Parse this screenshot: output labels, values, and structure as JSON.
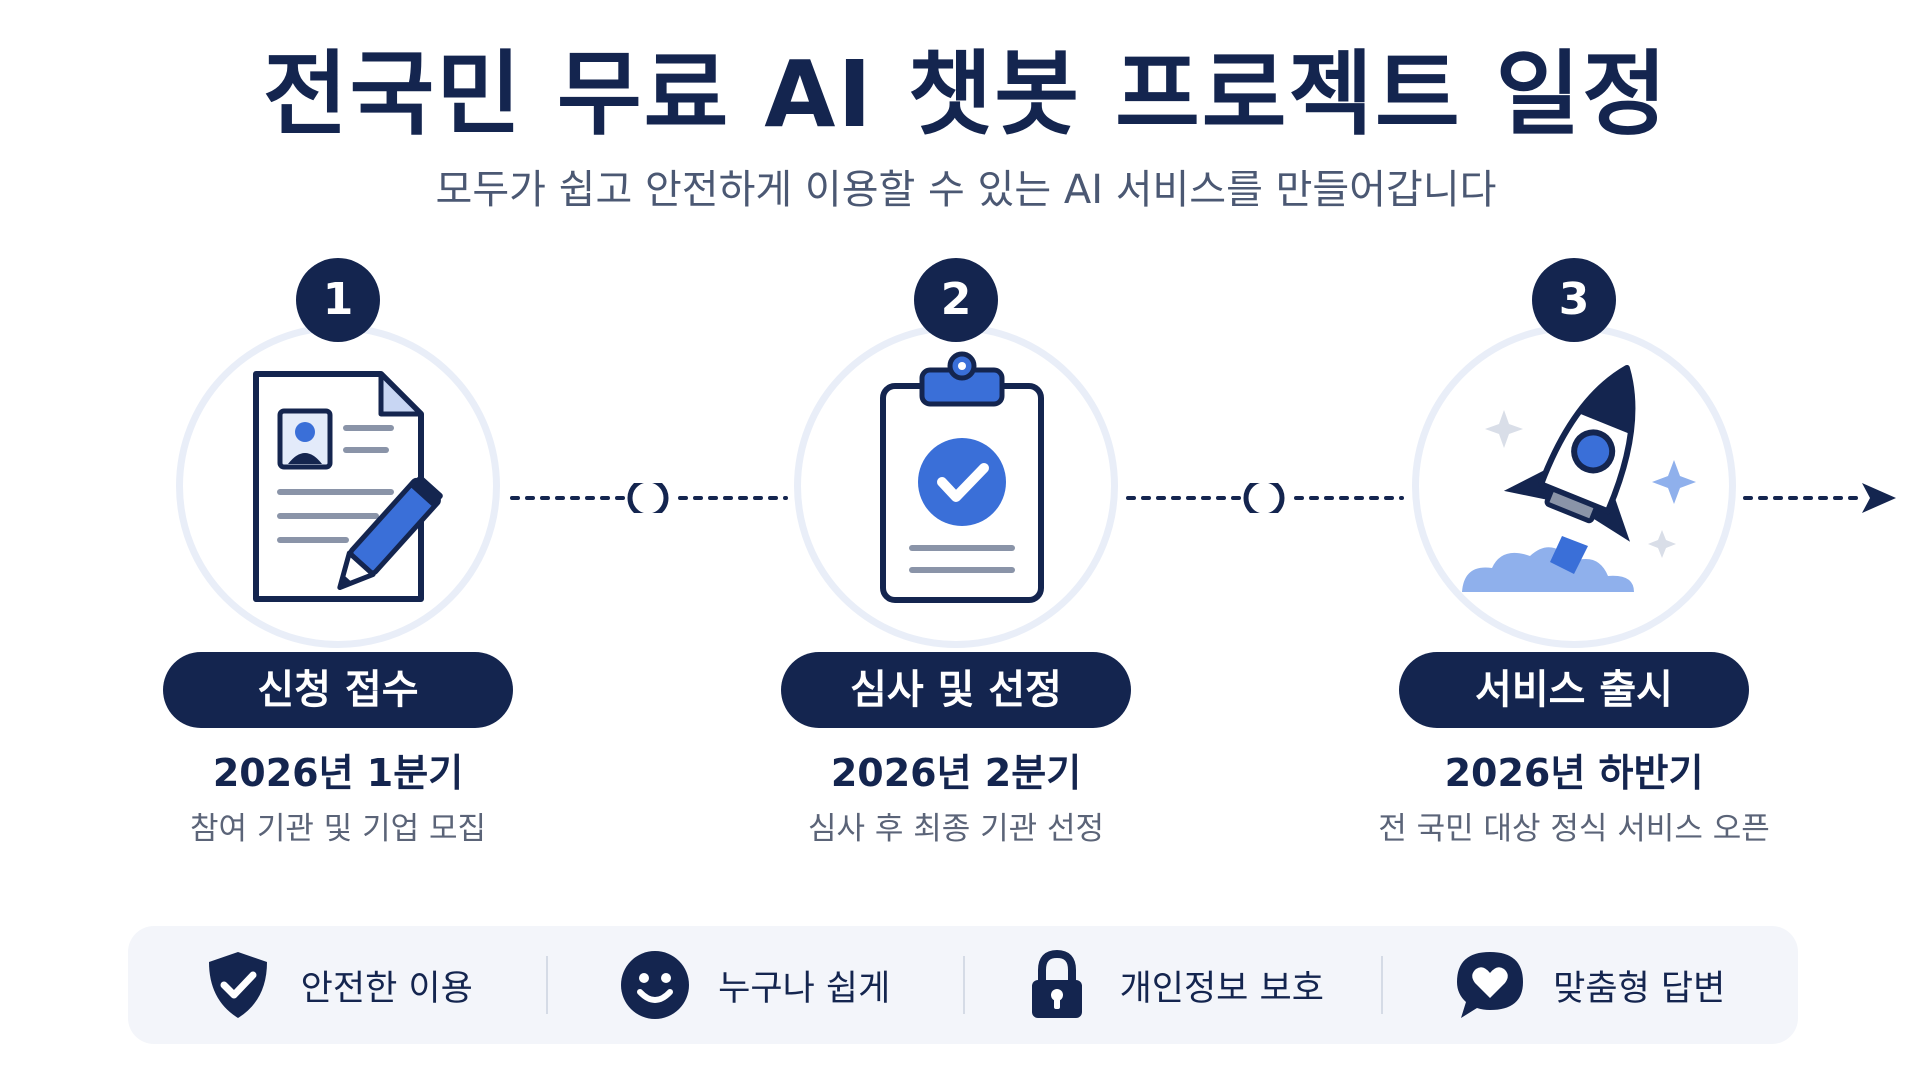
{
  "header": {
    "title": "전국민 무료 AI 챗봇 프로젝트 일정",
    "subtitle": "모두가 쉽고 안전하게 이용할 수 있는 AI 서비스를 만들어갑니다"
  },
  "steps": [
    {
      "number": "1",
      "label": "신청 접수",
      "date": "2026년 1분기",
      "desc": "참여 기관 및 기업 모집",
      "icon": "application-form-pencil-icon"
    },
    {
      "number": "2",
      "label": "심사 및 선정",
      "date": "2026년 2분기",
      "desc": "심사 후 최종 기관 선정",
      "icon": "clipboard-check-icon"
    },
    {
      "number": "3",
      "label": "서비스 출시",
      "date": "2026년 하반기",
      "desc": "전 국민 대상 정식 서비스 오픈",
      "icon": "rocket-launch-icon"
    }
  ],
  "features": [
    {
      "label": "안전한 이용",
      "icon": "shield-check-icon"
    },
    {
      "label": "누구나 쉽게",
      "icon": "smiley-face-icon"
    },
    {
      "label": "개인정보 보호",
      "icon": "padlock-icon"
    },
    {
      "label": "맞춤형 답변",
      "icon": "heart-chat-bubble-icon"
    }
  ],
  "colors": {
    "navy": "#14254f",
    "accent_blue": "#3a6fd8",
    "light_blue": "#8fb0ec",
    "ring": "#e9eef8",
    "feature_bar": "#f3f5fa"
  }
}
